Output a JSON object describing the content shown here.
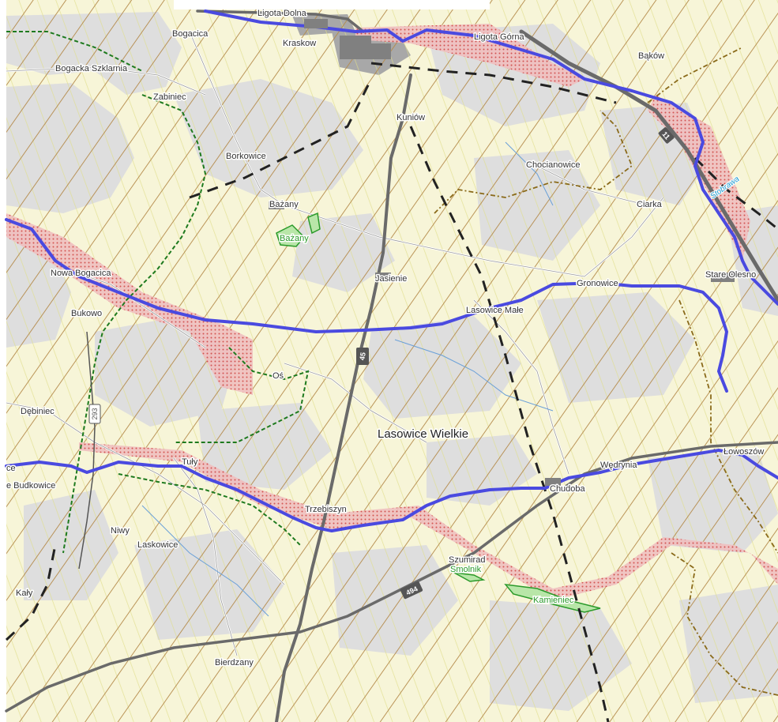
{
  "places": {
    "ligota_dolna": "Ligota Dolna",
    "bogacica": "Bogacica",
    "kraskow": "Kraskow",
    "ligota_gorna": "Ligota Górna",
    "bakow": "Bąków",
    "bogacka_szklarnia": "Bogacka Szklarnia",
    "zabiniec": "Zabiniec",
    "kuniow": "Kuniów",
    "borkowice": "Borkowice",
    "chocianowice": "Chocianowice",
    "bazany": "Bażany",
    "bazany_reserve": "Bażany",
    "ciarka": "Ciarka",
    "stobrawa": "Stobrawa",
    "nowa_bogacica": "Nowa Bogacica",
    "jasienie": "Jasienie",
    "gronowice": "Gronowice",
    "stare_olesno": "Stare Olesno",
    "lasowice_male": "Lasowice Małe",
    "bukowo": "Bukowo",
    "os": "Oś",
    "dabiniec": "Dębiniec",
    "lasowice_wielkie": "Lasowice Wielkie",
    "lowoszow": "Łowoszów",
    "wedrynia": "Wędrynia",
    "ce": "ce",
    "budkowice": "e Budkowice",
    "tuly": "Tuły",
    "chudoba": "Chudoba",
    "trzebiszyn": "Trzebiszyn",
    "niwy": "Niwy",
    "laskowice": "Laskowice",
    "szumirad": "Szumirad",
    "smolnik": "Smolnik",
    "kamieniec": "Kamieniec",
    "kaly": "Kały",
    "bierdzany": "Bierdzany"
  },
  "roads": {
    "road_11": "11",
    "road_45": "45",
    "road_293": "293",
    "road_494": "494"
  },
  "colors": {
    "background": "#f7f5d8",
    "forest": "#dcdcdc",
    "hatch_main": "#b48a4a",
    "hatch_secondary": "#d8d67a",
    "river": "#4a4ae0",
    "floodzone": "#e6a3a3",
    "main_road": "#666666",
    "railway": "#222222",
    "boundary": "#8a6a1a",
    "reserve": "#2a9a2a"
  }
}
